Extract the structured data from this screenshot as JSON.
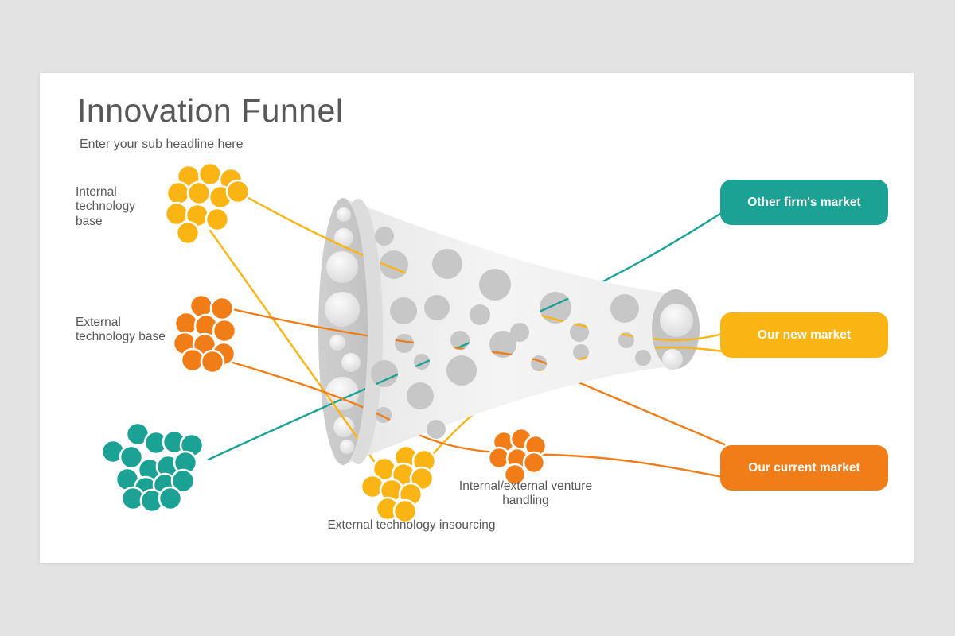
{
  "slide": {
    "title": "Innovation Funnel",
    "subtitle": "Enter your sub headline here"
  },
  "labels": {
    "internal_technology_base": "Internal technology base",
    "external_technology_base": "External technology base",
    "external_technology_insourcing": "External technology insourcing",
    "venture_handling": "Internal/external venture handling"
  },
  "markets": {
    "other": "Other firm's market",
    "new": "Our new market",
    "current": "Our current market"
  },
  "colors": {
    "yellow": "#fab414",
    "orange": "#f07d18",
    "teal": "#1ba294",
    "canvas_bg": "#e3e3e3",
    "slide_bg": "#ffffff",
    "text_gray": "#58585a",
    "funnel_body_light": "#f3f3f3",
    "funnel_body_dark": "#e7e7e7",
    "funnel_mouth": "#c9c9c9",
    "funnel_bubble": "#c7c7c7"
  }
}
